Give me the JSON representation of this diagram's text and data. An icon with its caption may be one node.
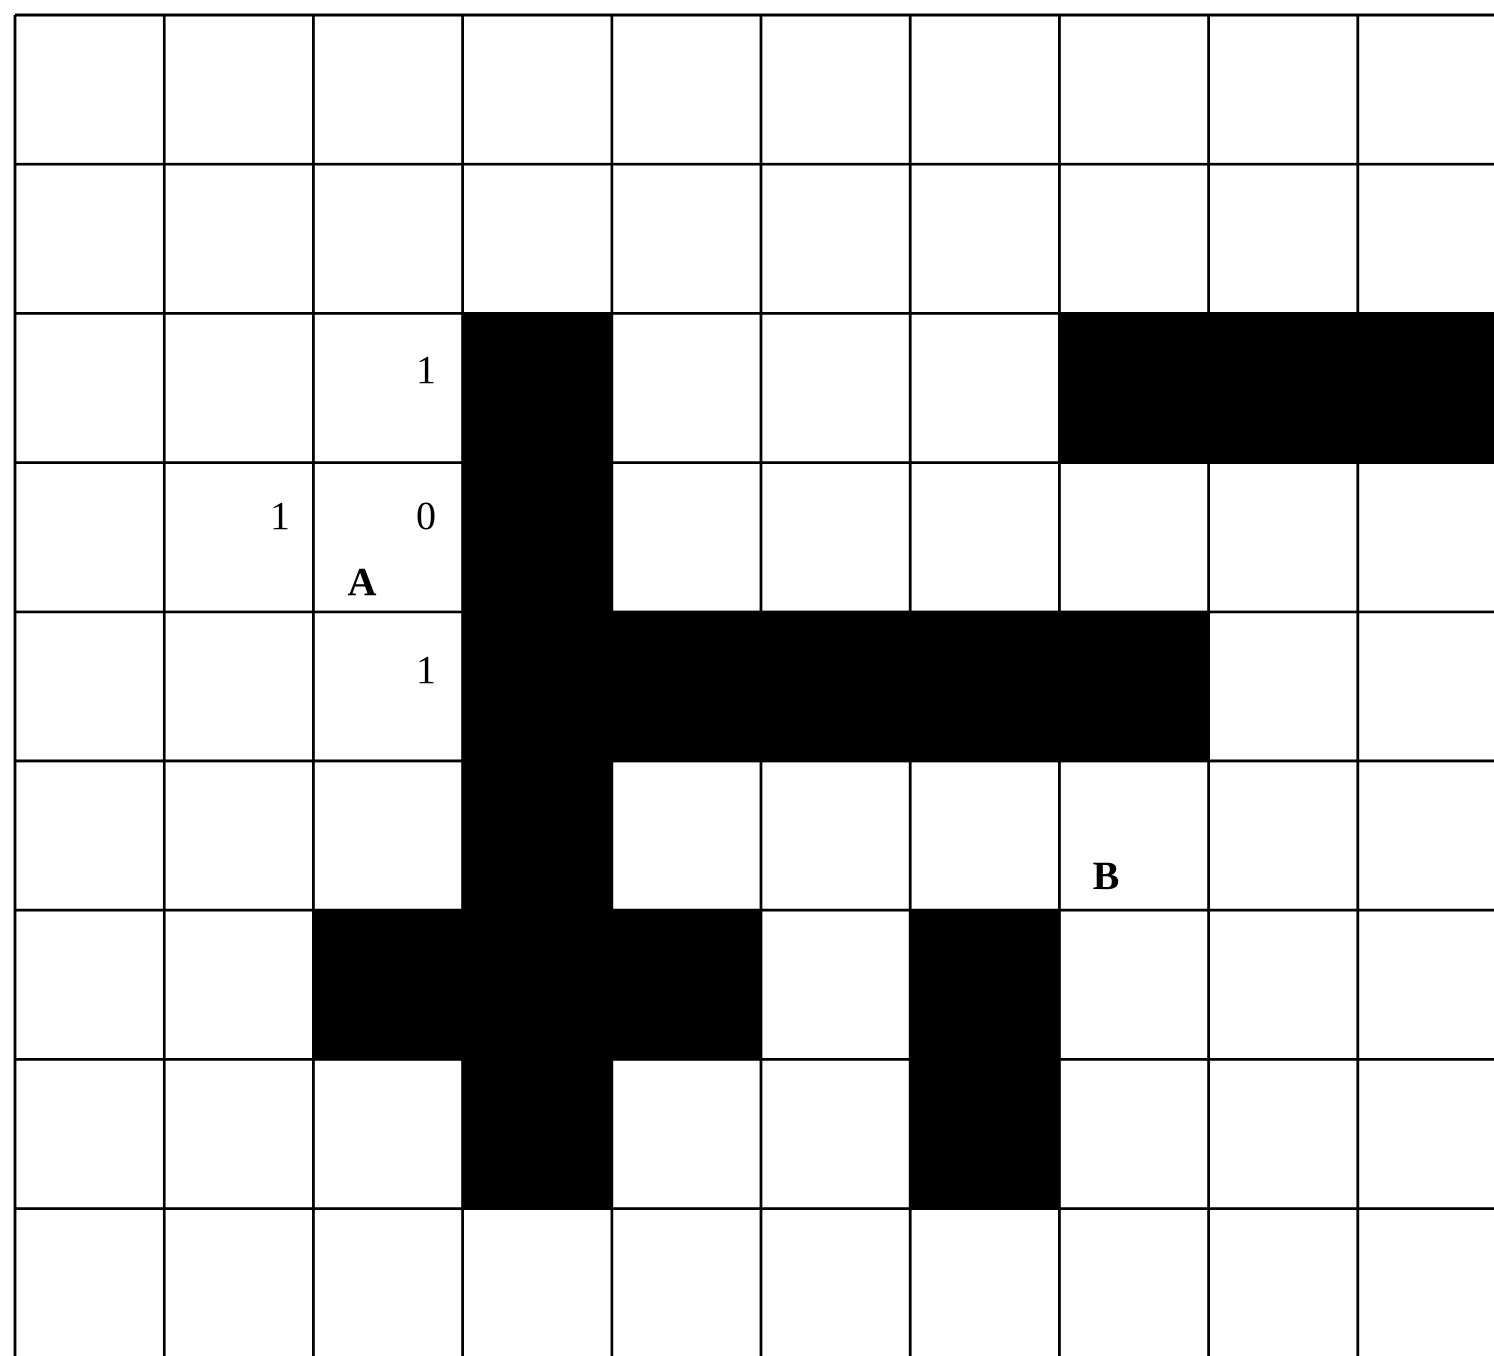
{
  "diagram": {
    "labels": [
      "1",
      "1",
      "0",
      "A",
      "1",
      "B"
    ]
  }
}
